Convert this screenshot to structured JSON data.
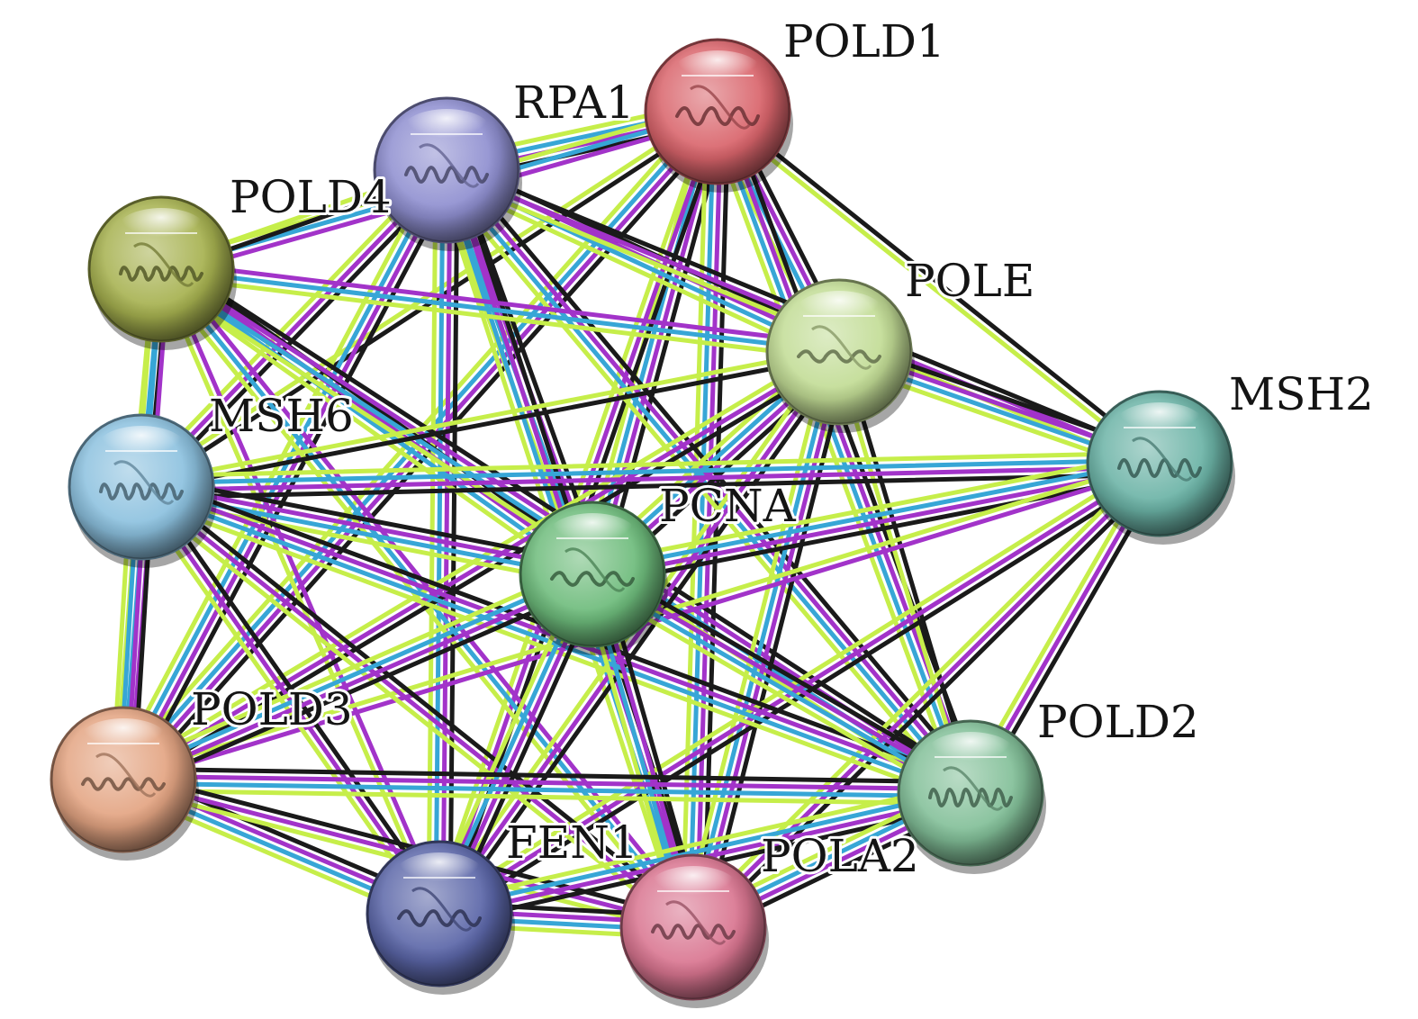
{
  "title": "",
  "edge_colors": {
    "text_mining": "#c6ee4a",
    "coexpression": "#1a1a1a",
    "experiments": "#a233c9",
    "databases": "#37a6d6"
  },
  "nodes": [
    {
      "id": "POLD1",
      "label": "POLD1",
      "color": "#d9646b",
      "structure": "protein-structure-icon"
    },
    {
      "id": "RPA1",
      "label": "RPA1",
      "color": "#8f8fd0",
      "structure": "protein-structure-icon"
    },
    {
      "id": "POLD4",
      "label": "POLD4",
      "color": "#a6b14f",
      "structure": "protein-structure-icon"
    },
    {
      "id": "POLE",
      "label": "POLE",
      "color": "#c2dc95",
      "structure": "protein-structure-icon"
    },
    {
      "id": "MSH2",
      "label": "MSH2",
      "color": "#6bb3a6",
      "structure": "protein-structure-icon"
    },
    {
      "id": "MSH6",
      "label": "MSH6",
      "color": "#8cc1df",
      "structure": "protein-structure-icon"
    },
    {
      "id": "PCNA",
      "label": "PCNA",
      "color": "#6dbb7b",
      "structure": "protein-structure-icon"
    },
    {
      "id": "POLD3",
      "label": "POLD3",
      "color": "#e3a482",
      "structure": "protein-structure-icon"
    },
    {
      "id": "POLD2",
      "label": "POLD2",
      "color": "#82bf98",
      "structure": "protein-structure-icon"
    },
    {
      "id": "FEN1",
      "label": "FEN1",
      "color": "#5b66a8",
      "structure": "protein-structure-icon"
    },
    {
      "id": "POLA2",
      "label": "POLA2",
      "color": "#d97590",
      "structure": "protein-structure-icon"
    }
  ],
  "edges": [
    {
      "source": "POLD1",
      "target": "RPA1",
      "types": [
        "coexpression",
        "experiments",
        "databases",
        "text_mining"
      ]
    },
    {
      "source": "POLD1",
      "target": "POLD4",
      "types": [
        "experiments",
        "databases",
        "text_mining"
      ]
    },
    {
      "source": "POLD1",
      "target": "POLE",
      "types": [
        "coexpression",
        "experiments",
        "databases",
        "text_mining"
      ]
    },
    {
      "source": "POLD1",
      "target": "MSH2",
      "types": [
        "coexpression",
        "text_mining"
      ]
    },
    {
      "source": "POLD1",
      "target": "MSH6",
      "types": [
        "coexpression",
        "text_mining"
      ]
    },
    {
      "source": "POLD1",
      "target": "PCNA",
      "types": [
        "coexpression",
        "experiments",
        "databases",
        "text_mining"
      ]
    },
    {
      "source": "POLD1",
      "target": "POLD3",
      "types": [
        "coexpression",
        "experiments",
        "databases",
        "text_mining"
      ]
    },
    {
      "source": "POLD1",
      "target": "POLD2",
      "types": [
        "coexpression",
        "experiments",
        "databases",
        "text_mining"
      ]
    },
    {
      "source": "POLD1",
      "target": "FEN1",
      "types": [
        "coexpression",
        "experiments",
        "text_mining"
      ]
    },
    {
      "source": "POLD1",
      "target": "POLA2",
      "types": [
        "coexpression",
        "experiments",
        "databases",
        "text_mining"
      ]
    },
    {
      "source": "RPA1",
      "target": "POLD4",
      "types": [
        "coexpression",
        "text_mining"
      ]
    },
    {
      "source": "RPA1",
      "target": "POLE",
      "types": [
        "coexpression",
        "experiments",
        "databases",
        "text_mining"
      ]
    },
    {
      "source": "RPA1",
      "target": "MSH2",
      "types": [
        "coexpression",
        "experiments",
        "text_mining"
      ]
    },
    {
      "source": "RPA1",
      "target": "MSH6",
      "types": [
        "coexpression",
        "experiments",
        "text_mining"
      ]
    },
    {
      "source": "RPA1",
      "target": "PCNA",
      "types": [
        "coexpression",
        "experiments",
        "databases",
        "text_mining"
      ]
    },
    {
      "source": "RPA1",
      "target": "POLD3",
      "types": [
        "coexpression",
        "experiments",
        "databases",
        "text_mining"
      ]
    },
    {
      "source": "RPA1",
      "target": "POLD2",
      "types": [
        "coexpression",
        "experiments",
        "databases",
        "text_mining"
      ]
    },
    {
      "source": "RPA1",
      "target": "FEN1",
      "types": [
        "coexpression",
        "experiments",
        "databases",
        "text_mining"
      ]
    },
    {
      "source": "RPA1",
      "target": "POLA2",
      "types": [
        "coexpression",
        "experiments",
        "databases",
        "text_mining"
      ]
    },
    {
      "source": "POLD4",
      "target": "POLE",
      "types": [
        "experiments",
        "databases",
        "text_mining"
      ]
    },
    {
      "source": "POLD4",
      "target": "MSH6",
      "types": [
        "coexpression",
        "databases",
        "text_mining"
      ]
    },
    {
      "source": "POLD4",
      "target": "PCNA",
      "types": [
        "coexpression",
        "experiments",
        "databases",
        "text_mining"
      ]
    },
    {
      "source": "POLD4",
      "target": "POLD3",
      "types": [
        "experiments",
        "databases",
        "text_mining"
      ]
    },
    {
      "source": "POLD4",
      "target": "POLD2",
      "types": [
        "coexpression",
        "experiments",
        "databases",
        "text_mining"
      ]
    },
    {
      "source": "POLD4",
      "target": "FEN1",
      "types": [
        "experiments",
        "text_mining"
      ]
    },
    {
      "source": "POLD4",
      "target": "POLA2",
      "types": [
        "experiments",
        "databases",
        "text_mining"
      ]
    },
    {
      "source": "POLE",
      "target": "MSH2",
      "types": [
        "coexpression",
        "experiments",
        "databases",
        "text_mining"
      ]
    },
    {
      "source": "POLE",
      "target": "MSH6",
      "types": [
        "coexpression",
        "text_mining"
      ]
    },
    {
      "source": "POLE",
      "target": "PCNA",
      "types": [
        "coexpression",
        "experiments",
        "databases",
        "text_mining"
      ]
    },
    {
      "source": "POLE",
      "target": "POLD3",
      "types": [
        "coexpression",
        "experiments",
        "text_mining"
      ]
    },
    {
      "source": "POLE",
      "target": "POLD2",
      "types": [
        "coexpression",
        "text_mining"
      ]
    },
    {
      "source": "POLE",
      "target": "FEN1",
      "types": [
        "coexpression",
        "experiments",
        "text_mining"
      ]
    },
    {
      "source": "POLE",
      "target": "POLA2",
      "types": [
        "coexpression",
        "experiments",
        "databases",
        "text_mining"
      ]
    },
    {
      "source": "MSH2",
      "target": "MSH6",
      "types": [
        "coexpression",
        "experiments",
        "databases",
        "text_mining"
      ]
    },
    {
      "source": "MSH2",
      "target": "PCNA",
      "types": [
        "coexpression",
        "experiments",
        "databases",
        "text_mining"
      ]
    },
    {
      "source": "MSH2",
      "target": "POLD3",
      "types": [
        "experiments",
        "text_mining"
      ]
    },
    {
      "source": "MSH2",
      "target": "POLD2",
      "types": [
        "coexpression",
        "experiments",
        "text_mining"
      ]
    },
    {
      "source": "MSH2",
      "target": "FEN1",
      "types": [
        "coexpression",
        "experiments",
        "text_mining"
      ]
    },
    {
      "source": "MSH2",
      "target": "POLA2",
      "types": [
        "coexpression",
        "experiments",
        "text_mining"
      ]
    },
    {
      "source": "MSH6",
      "target": "PCNA",
      "types": [
        "coexpression",
        "experiments",
        "databases",
        "text_mining"
      ]
    },
    {
      "source": "MSH6",
      "target": "POLD3",
      "types": [
        "coexpression",
        "experiments",
        "databases",
        "text_mining"
      ]
    },
    {
      "source": "MSH6",
      "target": "POLD2",
      "types": [
        "coexpression",
        "experiments",
        "databases",
        "text_mining"
      ]
    },
    {
      "source": "MSH6",
      "target": "FEN1",
      "types": [
        "coexpression",
        "experiments",
        "text_mining"
      ]
    },
    {
      "source": "MSH6",
      "target": "POLA2",
      "types": [
        "coexpression",
        "experiments",
        "text_mining"
      ]
    },
    {
      "source": "PCNA",
      "target": "POLD3",
      "types": [
        "coexpression",
        "experiments",
        "databases",
        "text_mining"
      ]
    },
    {
      "source": "PCNA",
      "target": "POLD2",
      "types": [
        "coexpression",
        "experiments",
        "databases",
        "text_mining"
      ]
    },
    {
      "source": "PCNA",
      "target": "FEN1",
      "types": [
        "coexpression",
        "experiments",
        "databases",
        "text_mining"
      ]
    },
    {
      "source": "PCNA",
      "target": "POLA2",
      "types": [
        "coexpression",
        "experiments",
        "databases",
        "text_mining"
      ]
    },
    {
      "source": "POLD3",
      "target": "POLD2",
      "types": [
        "coexpression",
        "experiments",
        "databases",
        "text_mining"
      ]
    },
    {
      "source": "POLD3",
      "target": "FEN1",
      "types": [
        "coexpression",
        "experiments",
        "databases",
        "text_mining"
      ]
    },
    {
      "source": "POLD3",
      "target": "POLA2",
      "types": [
        "coexpression",
        "experiments",
        "text_mining"
      ]
    },
    {
      "source": "POLD2",
      "target": "FEN1",
      "types": [
        "coexpression",
        "experiments",
        "databases",
        "text_mining"
      ]
    },
    {
      "source": "POLD2",
      "target": "POLA2",
      "types": [
        "coexpression",
        "experiments",
        "databases",
        "text_mining"
      ]
    },
    {
      "source": "FEN1",
      "target": "POLA2",
      "types": [
        "coexpression",
        "experiments",
        "databases",
        "text_mining"
      ]
    }
  ]
}
